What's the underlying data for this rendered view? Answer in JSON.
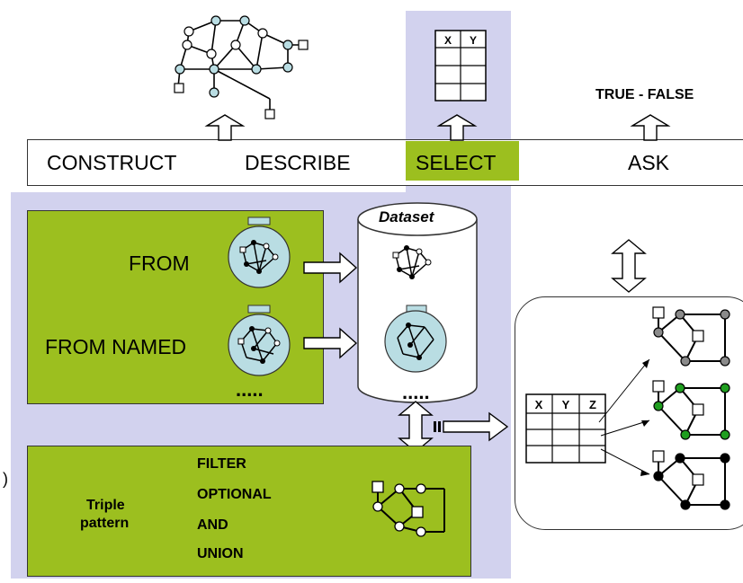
{
  "query_forms": {
    "construct": "CONSTRUCT",
    "describe": "DESCRIBE",
    "select": "SELECT",
    "ask": "ASK"
  },
  "ask_result": "TRUE - FALSE",
  "select_table_header": [
    "X",
    "Y"
  ],
  "dataset_label": "Dataset",
  "dataset_more": ".....",
  "from_panel": {
    "from": "FROM",
    "from_named": "FROM NAMED",
    "more": "....."
  },
  "pattern_panel": {
    "triple_pattern_line1": "Triple",
    "triple_pattern_line2": "pattern",
    "filter": "FILTER",
    "optional": "OPTIONAL",
    "and": "AND",
    "union": "UNION"
  },
  "result_table_header": [
    "X",
    "Y",
    "Z"
  ],
  "edge_mark": ")",
  "colors": {
    "lavender": "#d2d2ee",
    "green": "#9cbf1f",
    "graph_blue": "#b9dde3",
    "node_gray": "#8a8a8a",
    "node_green": "#1f9e1f",
    "node_black": "#000000"
  }
}
